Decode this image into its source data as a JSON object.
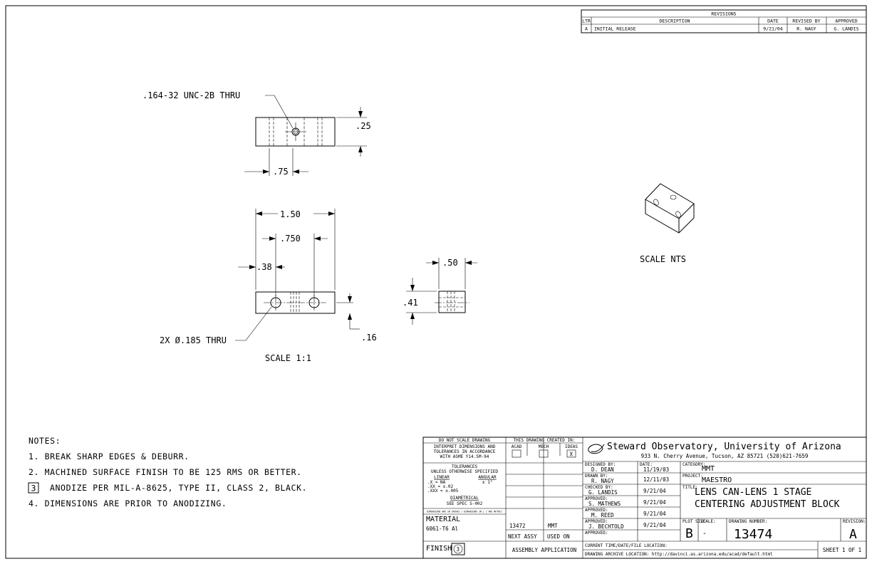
{
  "revisions": {
    "title": "REVISIONS",
    "headers": [
      "LTR",
      "DESCRIPTION",
      "DATE",
      "REVISED BY",
      "APPROVED"
    ],
    "rows": [
      {
        "ltr": "A",
        "description": "INITIAL RELEASE",
        "date": "9/21/04",
        "revised_by": "R. NAGY",
        "approved": "G. LANDIS"
      }
    ]
  },
  "views": {
    "thread_callout": ".164-32 UNC-2B THRU",
    "dim_025": ".25",
    "dim_075": ".75",
    "dim_150": "1.50",
    "dim_0750": ".750",
    "dim_038": ".38",
    "dim_050": ".50",
    "dim_041": ".41",
    "dim_016": ".16",
    "hole_callout": "2X Ø.185 THRU",
    "scale_main": "SCALE 1:1",
    "scale_iso": "SCALE NTS"
  },
  "notes": {
    "header": "NOTES:",
    "items": [
      "1. BREAK SHARP EDGES & DEBURR.",
      "2. MACHINED SURFACE FINISH TO BE 125 RMS OR BETTER.",
      "ANODIZE PER MIL-A-8625, TYPE II, CLASS 2, BLACK.",
      "4. DIMENSIONS ARE PRIOR TO ANODIZING."
    ],
    "flag_number": "3"
  },
  "title_block": {
    "do_not_scale": "DO NOT SCALE DRAWING",
    "interpret": [
      "INTERPRET DIMENSIONS AND",
      "TOLERANCES IN ACCORDANCE",
      "WITH ASME Y14.5M-94"
    ],
    "tolerances_title": "TOLERANCES",
    "tolerances_sub": "UNLESS OTHERWISE SPECIFIED",
    "linear_label": "LINEAR",
    "angular_label": "ANGULAR",
    "tol_x": ".X    = NA",
    "tol_xx": ".XX   = ±.02",
    "tol_xxx": ".XXX  = ±.005",
    "tol_ang": "± 1°",
    "diametrical": "DIAMETRICAL",
    "see_spec": "SEE SPEC S-002",
    "dims_units": "DIMENSIONS ARE IN INCHES / DIMENSIONS IN [ ] ARE METRIC",
    "material_label": "MATERIAL",
    "material_value": "6061-T6 Al",
    "finish_label": "FINISH",
    "finish_flag": "3",
    "created_in": "THIS DRAWING CREATED IN:",
    "software": [
      "ACAD",
      "MECH",
      "IDEAS"
    ],
    "software_checked": "X",
    "next_assy_value": "13472",
    "used_on_value": "MMT",
    "next_assy_label": "NEXT ASSY",
    "used_on_label": "USED ON",
    "assembly_application": "ASSEMBLY APPLICATION",
    "org_name": "Steward Observatory, University of Arizona",
    "org_address": "933 N. Cherry Avenue, Tucson, AZ 85721  (520)621-7659",
    "signatures": [
      {
        "role": "DESIGNED BY:",
        "name": "D. DEAN",
        "date_label": "DATE:",
        "date": "11/19/03"
      },
      {
        "role": "DRAWN BY:",
        "name": "R. NAGY",
        "date_label": "",
        "date": "12/11/03"
      },
      {
        "role": "CHECKED BY:",
        "name": "G. LANDIS",
        "date_label": "",
        "date": "9/21/04"
      },
      {
        "role": "APPROVED:",
        "name": "S. MATHEWS",
        "date_label": "",
        "date": "9/21/04"
      },
      {
        "role": "APPROVED:",
        "name": "M. REED",
        "date_label": "",
        "date": "9/21/04"
      },
      {
        "role": "APPROVED:",
        "name": "J. BECHTOLD",
        "date_label": "",
        "date": "9/21/04"
      },
      {
        "role": "APPROVED:",
        "name": "",
        "date_label": "",
        "date": ""
      }
    ],
    "category_label": "CATEGORY:",
    "category": "MMT",
    "project_label": "PROJECT:",
    "project": "MAESTRO",
    "title_label": "TITLE:",
    "title_line1": "LENS CAN-LENS 1 STAGE",
    "title_line2": "CENTERING ADJUSTMENT BLOCK",
    "plot_size_label": "PLOT SIZE",
    "plot_size": "B",
    "scale_label": "SCALE:",
    "scale": "-",
    "drawing_number_label": "DRAWING NUMBER:",
    "drawing_number": "13474",
    "revision_label": "REVISION:",
    "revision": "A",
    "file_location": "CURRENT TIME/DATE/FILE LOCATION:",
    "archive_location": "DRAWING ARCHIVE LOCATION: http://davinci.as.arizona.edu/acad/default.html",
    "sheet": "SHEET 1 OF 1"
  }
}
